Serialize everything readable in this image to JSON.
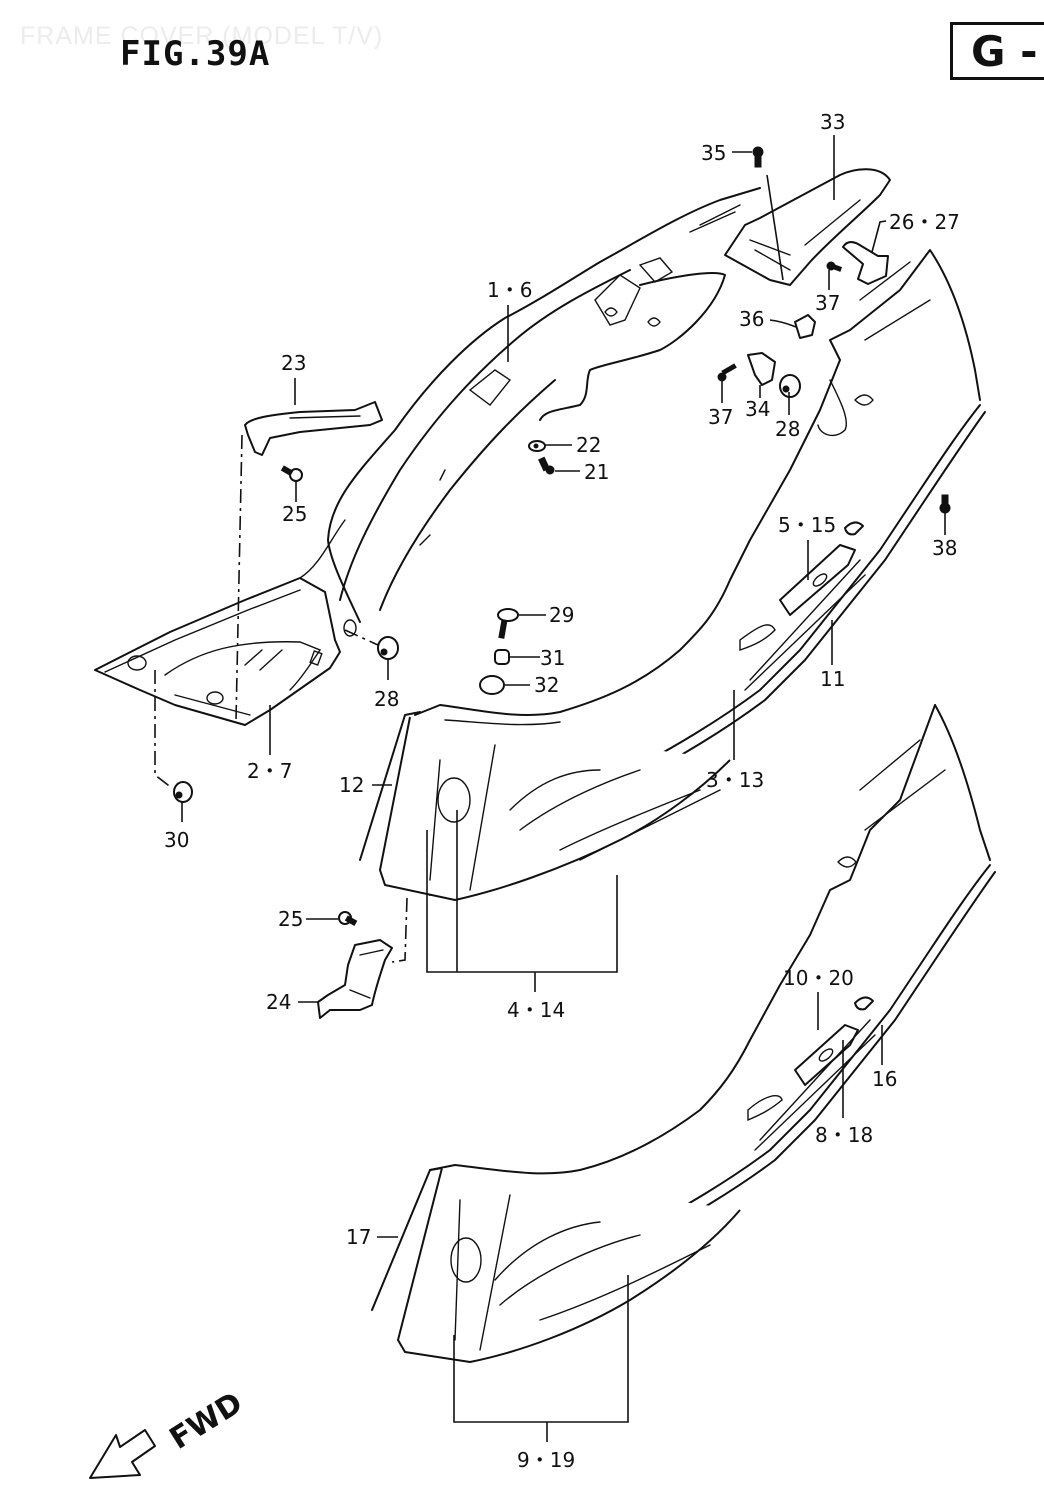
{
  "header": {
    "subtitle": "FRAME COVER (MODEL T/V)",
    "figure": "FIG.39A",
    "section_code": "G -"
  },
  "direction_indicator": {
    "label": "FWD",
    "icon": "arrow-left-down-icon"
  },
  "callouts": {
    "c33": "33",
    "c35": "35",
    "c26_27": "26・27",
    "c1_6": "1・6",
    "c37a": "37",
    "c36": "36",
    "c37b": "37",
    "c34": "34",
    "c28a": "28",
    "c23": "23",
    "c22": "22",
    "c21": "21",
    "c25a": "25",
    "c38": "38",
    "c5_15": "5・15",
    "c29": "29",
    "c31": "31",
    "c32": "32",
    "c28b": "28",
    "c11": "11",
    "c2_7": "2・7",
    "c12": "12",
    "c3_13": "3・13",
    "c30": "30",
    "c25b": "25",
    "c24": "24",
    "c4_14": "4・14",
    "c10_20": "10・20",
    "c16": "16",
    "c8_18": "8・18",
    "c17": "17",
    "c9_19": "9・19"
  },
  "parts": [
    {
      "ref": "1・6",
      "name": "frame-cover-center"
    },
    {
      "ref": "2・7",
      "name": "floor-tray"
    },
    {
      "ref": "3・13",
      "name": "right-frame-cover"
    },
    {
      "ref": "4・14",
      "name": "right-front-cover-panel"
    },
    {
      "ref": "5・15",
      "name": "right-emblem"
    },
    {
      "ref": "8・18",
      "name": "left-decal-stripe"
    },
    {
      "ref": "9・19",
      "name": "left-front-cover-panel"
    },
    {
      "ref": "10・20",
      "name": "left-emblem"
    },
    {
      "ref": "11",
      "name": "right-cover-trim"
    },
    {
      "ref": "12",
      "name": "right-front-strip"
    },
    {
      "ref": "16",
      "name": "left-cover-trim"
    },
    {
      "ref": "17",
      "name": "left-front-strip"
    },
    {
      "ref": "21",
      "name": "screw"
    },
    {
      "ref": "22",
      "name": "washer"
    },
    {
      "ref": "23",
      "name": "bracket-top"
    },
    {
      "ref": "24",
      "name": "lower-bracket"
    },
    {
      "ref": "25",
      "name": "screw"
    },
    {
      "ref": "26・27",
      "name": "rear-bracket"
    },
    {
      "ref": "28",
      "name": "cushion"
    },
    {
      "ref": "29",
      "name": "screw"
    },
    {
      "ref": "30",
      "name": "cushion"
    },
    {
      "ref": "31",
      "name": "nut"
    },
    {
      "ref": "32",
      "name": "grommet"
    },
    {
      "ref": "33",
      "name": "rear-top-cover"
    },
    {
      "ref": "34",
      "name": "bracket"
    },
    {
      "ref": "35",
      "name": "screw"
    },
    {
      "ref": "36",
      "name": "clip"
    },
    {
      "ref": "37",
      "name": "screw"
    },
    {
      "ref": "38",
      "name": "screw"
    }
  ]
}
